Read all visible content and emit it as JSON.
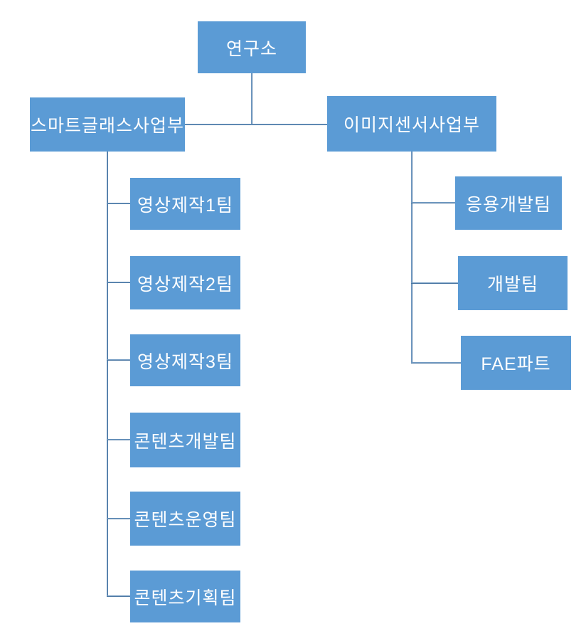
{
  "diagram": {
    "type": "org-chart",
    "colors": {
      "node_fill": "#5B9BD5",
      "node_text": "#FFFFFF",
      "connector": "#4E7CAD",
      "background": "#FFFFFF"
    },
    "root": {
      "label": "연구소"
    },
    "divisions": [
      {
        "label": "스마트글래스사업부",
        "teams": [
          {
            "label": "영상제작1팀"
          },
          {
            "label": "영상제작2팀"
          },
          {
            "label": "영상제작3팀"
          },
          {
            "label": "콘텐츠개발팀"
          },
          {
            "label": "콘텐츠운영팀"
          },
          {
            "label": "콘텐츠기획팀"
          }
        ]
      },
      {
        "label": "이미지센서사업부",
        "teams": [
          {
            "label": "응용개발팀"
          },
          {
            "label": "개발팀"
          },
          {
            "label": "FAE파트"
          }
        ]
      }
    ]
  }
}
